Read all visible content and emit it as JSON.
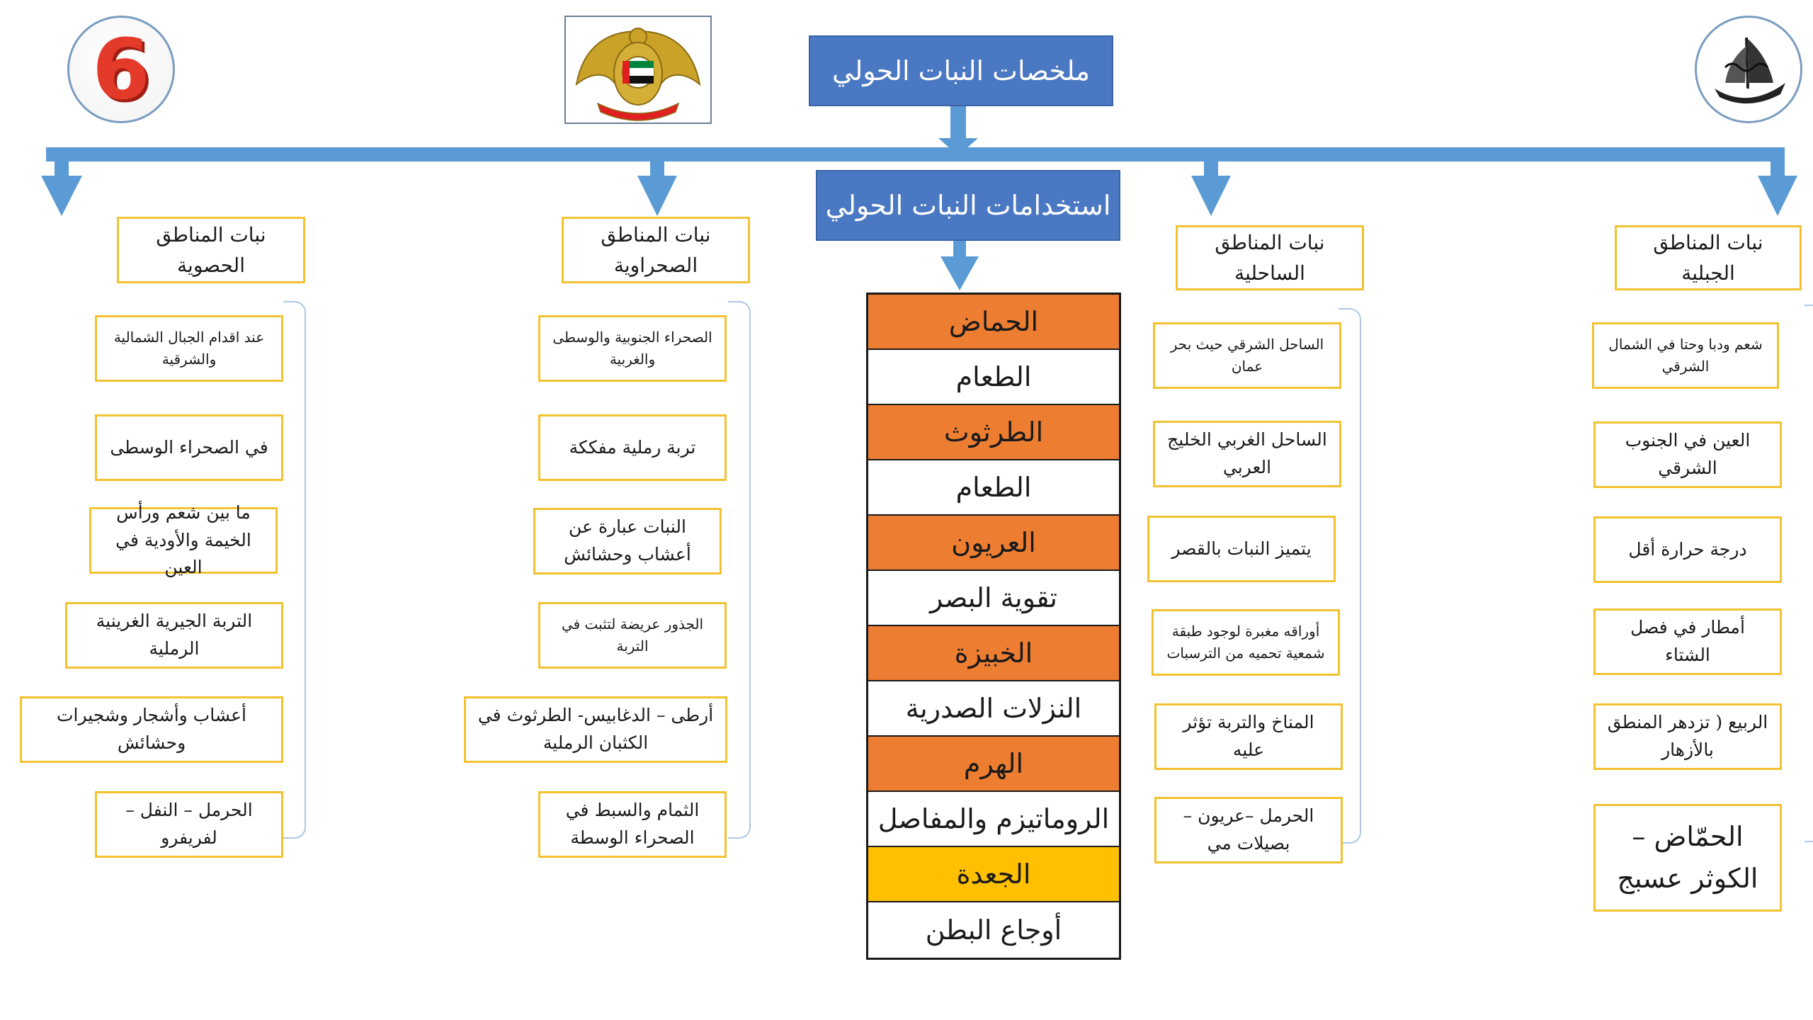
{
  "header": {
    "title": "ملخصات النبات الحولي",
    "uses_title": "استخدامات النبات الحولي",
    "number_badge": "6"
  },
  "colors": {
    "blue_box": "#4a78c2",
    "connector": "#5b9bd5",
    "item_border": "#f2c230",
    "orange_row": "#ed7d31",
    "gold_row": "#ffc000"
  },
  "icons": [
    "number-six-badge-icon",
    "uae-emblem-icon",
    "dhow-boat-logo-icon",
    "down-arrow-icon"
  ],
  "uses": [
    {
      "label": "الحماض",
      "color": "orange"
    },
    {
      "label": "الطعام",
      "color": "white"
    },
    {
      "label": "الطرثوث",
      "color": "orange"
    },
    {
      "label": "الطعام",
      "color": "white"
    },
    {
      "label": "العريون",
      "color": "orange"
    },
    {
      "label": "تقوية البصر",
      "color": "white"
    },
    {
      "label": "الخبيزة",
      "color": "orange"
    },
    {
      "label": "النزلات الصدرية",
      "color": "white"
    },
    {
      "label": "الهرم",
      "color": "orange"
    },
    {
      "label": "الروماتيزم والمفاصل",
      "color": "white"
    },
    {
      "label": "الجعدة",
      "color": "gold"
    },
    {
      "label": "أوجاع البطن",
      "color": "white"
    }
  ],
  "columns": {
    "mountain": {
      "title": "نبات المناطق الجبلية",
      "items": [
        "شعم ودبا وحتا في الشمال الشرقي",
        "العين في الجنوب الشرقي",
        "درجة حرارة أقل",
        "أمطار في فصل الشتاء",
        "الربيع ( تزدهر المنطق بالأزهار",
        "الحمّاض – الكوثر عسبج"
      ]
    },
    "coastal": {
      "title": "نبات المناطق الساحلية",
      "items": [
        "الساحل الشرقي حيث بحر عمان",
        "الساحل الغربي الخليج العربي",
        "يتميز النبات بالقصر",
        "أوراقه مغبرة لوجود طبقة شمعية تحميه من الترسبات",
        "المناخ والتربة تؤثر عليه",
        "الحرمل –عريون – بصيلات مي"
      ]
    },
    "desert": {
      "title": "نبات المناطق الصحراوية",
      "items": [
        "الصحراء الجنوبية والوسطى والغربية",
        "تربة رملية مفككة",
        "النبات عبارة عن أعشاب وحشائش",
        "الجذور عريضة لتثبت في التربة",
        "أرطى – الدغابيس- الطرثوث في الكثبان الرملية",
        "الثمام والسبط في الصحراء الوسطة"
      ]
    },
    "gravel": {
      "title": "نبات المناطق الحصوية",
      "items": [
        "عند اقدام الجبال الشمالية والشرقية",
        "في الصحراء الوسطى",
        "ما بين شعم ورأس الخيمة والأودية في العين",
        "التربة الجيرية الغرينية الرملية",
        "أعشاب وأشجار وشجيرات وحشائش",
        "الحرمل – النفل – لفريفرو"
      ]
    }
  }
}
